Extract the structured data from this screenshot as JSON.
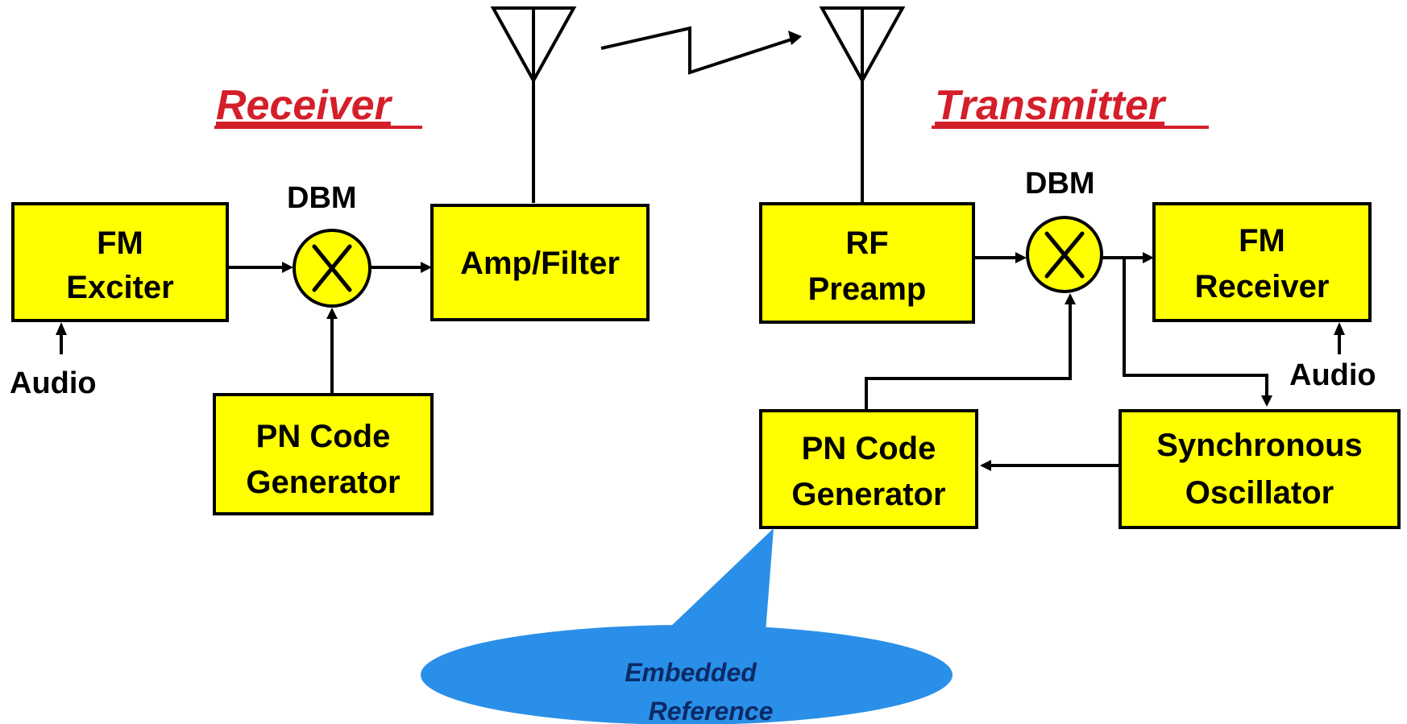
{
  "receiver_section": {
    "title": "Receiver",
    "fm_exciter": [
      "FM",
      "Exciter"
    ],
    "audio_label": "Audio",
    "mixer_label": "DBM",
    "mixer_symbol": "X",
    "amp_filter": "Amp/Filter",
    "pn_code_generator": [
      "PN Code",
      "Generator"
    ]
  },
  "transmitter_section": {
    "title": "Transmitter",
    "rf_preamp": [
      "RF",
      "Preamp"
    ],
    "mixer_label": "DBM",
    "mixer_symbol": "X",
    "fm_receiver": [
      "FM",
      "Receiver"
    ],
    "audio_label": "Audio",
    "pn_code_generator": [
      "PN Code",
      "Generator"
    ],
    "synchronous_oscillator": [
      "Synchronous",
      "Oscillator"
    ]
  },
  "callout": [
    "Embedded",
    "Reference"
  ],
  "colors": {
    "block_fill": "#ffff00",
    "section_title": "#d41f2a",
    "callout_fill": "#2a8fe8",
    "callout_text": "#0b2a66"
  }
}
